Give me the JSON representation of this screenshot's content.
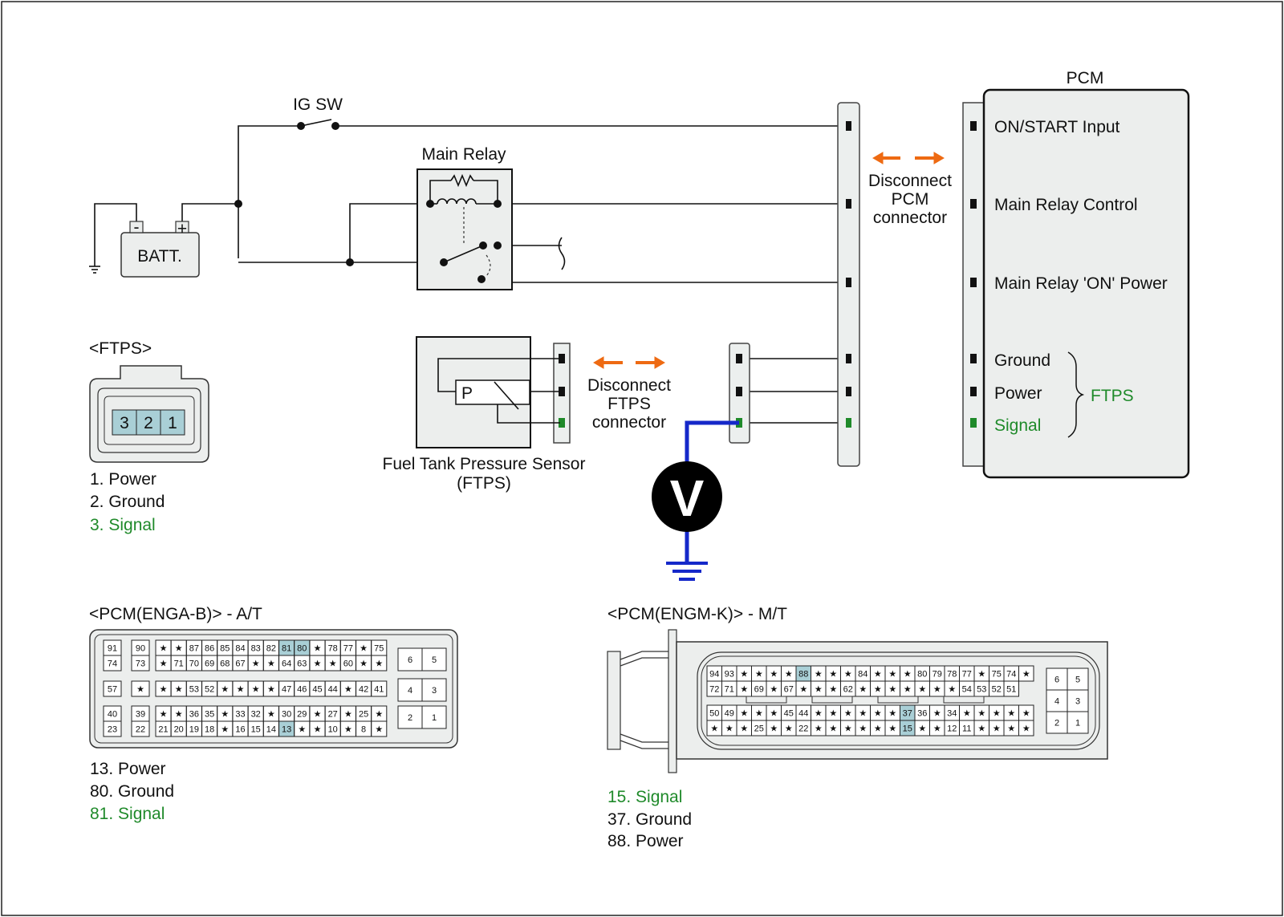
{
  "colors": {
    "accent_signal": "#1f8a2a",
    "arrow": "#ee6a12",
    "meter_wire": "#1528c9",
    "highlight_pin": "#a9cfd6"
  },
  "circuit": {
    "ig_sw": "IG SW",
    "main_relay": "Main Relay",
    "battery": "BATT.",
    "battery_minus": "-",
    "battery_plus": "+",
    "disconnect_pcm": [
      "Disconnect",
      "PCM",
      "connector"
    ],
    "disconnect_ftps": [
      "Disconnect",
      "FTPS",
      "connector"
    ],
    "sensor_symbol": "P",
    "sensor_name": "Fuel Tank Pressure Sensor",
    "sensor_abbr": "(FTPS)",
    "voltmeter": "V"
  },
  "pcm": {
    "title": "PCM",
    "terminals": [
      "ON/START Input",
      "Main Relay Control",
      "Main Relay 'ON' Power",
      "Ground",
      "Power",
      "Signal"
    ],
    "group_label": "FTPS"
  },
  "ftps_connector": {
    "title": "<FTPS>",
    "pins": [
      "3",
      "2",
      "1"
    ],
    "legend": [
      "1. Power",
      "2. Ground",
      "3. Signal"
    ]
  },
  "engab": {
    "title": "<PCM(ENGA-B)> - A/T",
    "rows": [
      [
        "91",
        "90",
        "★",
        "★",
        "87",
        "86",
        "85",
        "84",
        "83",
        "82",
        "81",
        "80",
        "★",
        "78",
        "77",
        "★",
        "75"
      ],
      [
        "74",
        "73",
        "★",
        "71",
        "70",
        "69",
        "68",
        "67",
        "★",
        "★",
        "64",
        "63",
        "★",
        "★",
        "60",
        "★",
        "★"
      ],
      [
        "57",
        "★",
        "★",
        "★",
        "53",
        "52",
        "★",
        "★",
        "★",
        "★",
        "47",
        "46",
        "45",
        "44",
        "★",
        "42",
        "41"
      ],
      [
        "40",
        "39",
        "★",
        "★",
        "36",
        "35",
        "★",
        "33",
        "32",
        "★",
        "30",
        "29",
        "★",
        "27",
        "★",
        "25",
        "★"
      ],
      [
        "23",
        "22",
        "21",
        "20",
        "19",
        "18",
        "★",
        "16",
        "15",
        "14",
        "13",
        "★",
        "★",
        "10",
        "★",
        "8",
        "★"
      ]
    ],
    "side": [
      [
        "6",
        "5"
      ],
      [
        "4",
        "3"
      ],
      [
        "2",
        "1"
      ]
    ],
    "highlight": [
      "81",
      "80",
      "13"
    ],
    "legend": [
      "13. Power",
      "80. Ground",
      "81. Signal"
    ]
  },
  "engmk": {
    "title": "<PCM(ENGM-K)> - M/T",
    "rows": [
      [
        "94",
        "93",
        "★",
        "★",
        "★",
        "★",
        "88",
        "★",
        "★",
        "★",
        "84",
        "★",
        "★",
        "★",
        "80",
        "79",
        "78",
        "77",
        "★",
        "75",
        "74",
        "★"
      ],
      [
        "72",
        "71",
        "★",
        "69",
        "★",
        "67",
        "★",
        "★",
        "★",
        "62",
        "★",
        "★",
        "★",
        "★",
        "★",
        "★",
        "★",
        "54",
        "53",
        "52",
        "51"
      ],
      [
        "50",
        "49",
        "★",
        "★",
        "★",
        "45",
        "44",
        "★",
        "★",
        "★",
        "★",
        "★",
        "★",
        "37",
        "36",
        "★",
        "34",
        "★",
        "★",
        "★",
        "★",
        "★"
      ],
      [
        "★",
        "★",
        "★",
        "25",
        "★",
        "★",
        "22",
        "★",
        "★",
        "★",
        "★",
        "★",
        "★",
        "15",
        "★",
        "★",
        "12",
        "11",
        "★",
        "★",
        "★",
        "★"
      ]
    ],
    "side": [
      [
        "6",
        "5"
      ],
      [
        "4",
        "3"
      ],
      [
        "2",
        "1"
      ]
    ],
    "highlight": [
      "88",
      "37",
      "15"
    ],
    "legend": [
      "15. Signal",
      "37. Ground",
      "88. Power"
    ]
  }
}
